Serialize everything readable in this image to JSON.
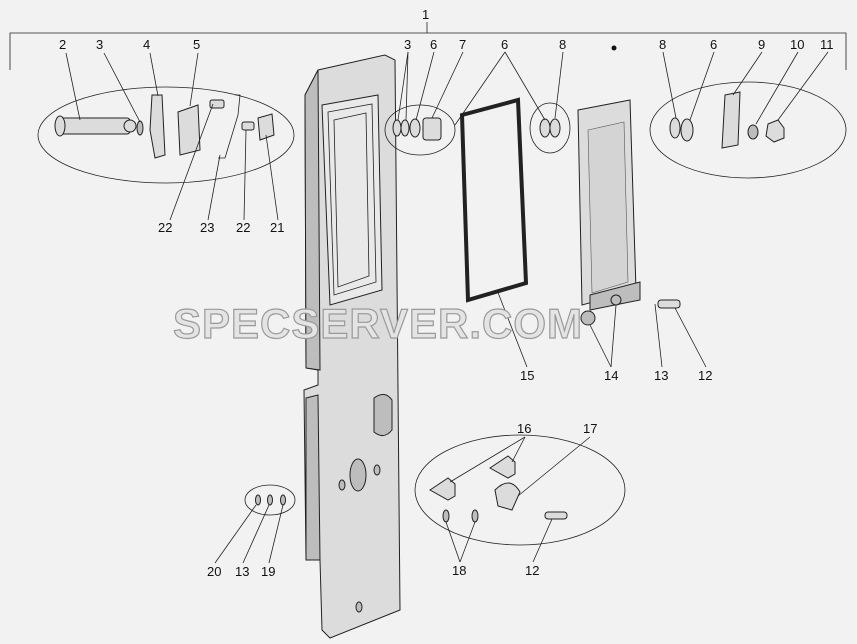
{
  "watermark": "SPECSERVER.COM",
  "callouts": [
    {
      "id": "c1",
      "text": "1"
    },
    {
      "id": "c2",
      "text": "2"
    },
    {
      "id": "c3a",
      "text": "3"
    },
    {
      "id": "c4",
      "text": "4"
    },
    {
      "id": "c5",
      "text": "5"
    },
    {
      "id": "c3b",
      "text": "3"
    },
    {
      "id": "c6a",
      "text": "6"
    },
    {
      "id": "c7",
      "text": "7"
    },
    {
      "id": "c6b",
      "text": "6"
    },
    {
      "id": "c8a",
      "text": "8"
    },
    {
      "id": "c8b",
      "text": "8"
    },
    {
      "id": "c6c",
      "text": "6"
    },
    {
      "id": "c9",
      "text": "9"
    },
    {
      "id": "c10",
      "text": "10"
    },
    {
      "id": "c11",
      "text": "11"
    },
    {
      "id": "c22a",
      "text": "22"
    },
    {
      "id": "c23",
      "text": "23"
    },
    {
      "id": "c22b",
      "text": "22"
    },
    {
      "id": "c21",
      "text": "21"
    },
    {
      "id": "c15",
      "text": "15"
    },
    {
      "id": "c14",
      "text": "14"
    },
    {
      "id": "c13a",
      "text": "13"
    },
    {
      "id": "c12a",
      "text": "12"
    },
    {
      "id": "c16",
      "text": "16"
    },
    {
      "id": "c17",
      "text": "17"
    },
    {
      "id": "c18",
      "text": "18"
    },
    {
      "id": "c12b",
      "text": "12"
    },
    {
      "id": "c20",
      "text": "20"
    },
    {
      "id": "c13b",
      "text": "13"
    },
    {
      "id": "c19",
      "text": "19"
    }
  ]
}
